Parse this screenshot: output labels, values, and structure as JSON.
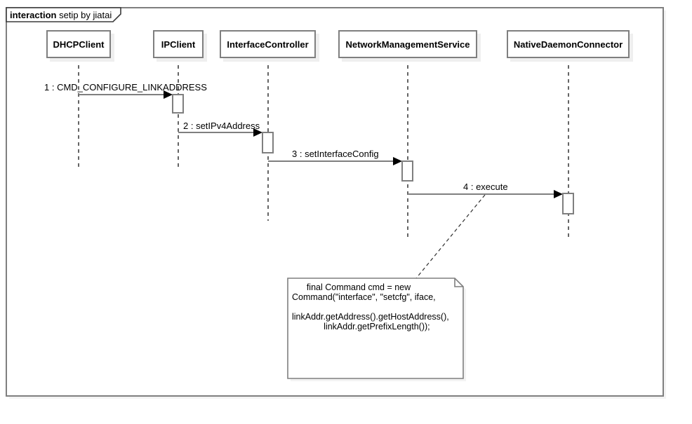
{
  "diagram": {
    "type": "uml-sequence-diagram",
    "title_keyword": "interaction",
    "title_name": "setip by jiatai"
  },
  "participants": [
    {
      "name": "DHCPClient"
    },
    {
      "name": "IPClient"
    },
    {
      "name": "InterfaceController"
    },
    {
      "name": "NetworkManagementService"
    },
    {
      "name": "NativeDaemonConnector"
    }
  ],
  "messages": [
    {
      "label": "1 : CMD_CONFIGURE_LINKADDRESS",
      "from": "DHCPClient",
      "to": "IPClient"
    },
    {
      "label": "2 : setIPv4Address",
      "from": "IPClient",
      "to": "InterfaceController"
    },
    {
      "label": "3 : setInterfaceConfig",
      "from": "InterfaceController",
      "to": "NetworkManagementService"
    },
    {
      "label": "4 : execute",
      "from": "NetworkManagementService",
      "to": "NativeDaemonConnector"
    }
  ],
  "note": {
    "attached_to": "4 : execute",
    "text": "      final Command cmd = new\nCommand(\"interface\", \"setcfg\", iface,\n\nlinkAddr.getAddress().getHostAddress(),\n             linkAddr.getPrefixLength());"
  },
  "colors": {
    "border_gray": "#7f7f7f",
    "line_gray": "#7f7f7f",
    "arrowhead_black": "#000000",
    "shadow": "#efefef",
    "background": "#ffffff",
    "text": "#000000"
  }
}
